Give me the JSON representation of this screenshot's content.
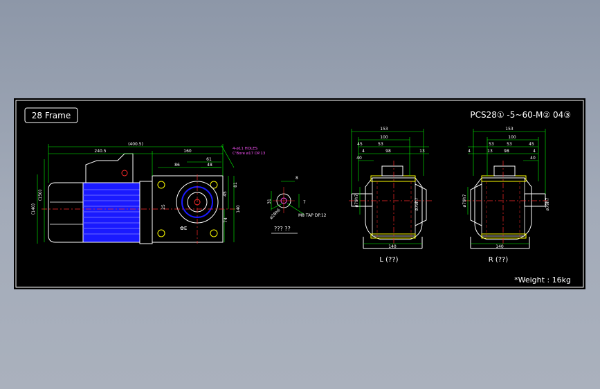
{
  "frame_label": "28 Frame",
  "model_code": "PCS28① -5~60-M② 04③",
  "weight": "*Weight : 16kg",
  "views": {
    "side": {
      "dims": {
        "overall": "(400.5)",
        "motor": "240.5",
        "gear": "160",
        "d86": "86",
        "d61": "61",
        "d48": "48",
        "d25": "25",
        "d150": "(150)",
        "d140a": "(140)",
        "d81": "81",
        "d45": "45",
        "d74": "74",
        "d140": "140",
        "holes_note_1": "4-ø11 HOLES",
        "holes_note_2": "C'Bore ø17 DP.13"
      }
    },
    "shaft": {
      "dims": {
        "d8": "8",
        "d7": "7",
        "d31": "31",
        "shaft_dia": "ø28h6",
        "tap": "M8 TAP DP.12"
      },
      "caption": "??? ??"
    },
    "left_view": {
      "label": "L (??)",
      "dims": {
        "d153": "153",
        "d100": "100",
        "d45": "45",
        "d53": "53",
        "d4": "4",
        "d98": "98",
        "d13": "13",
        "d40": "40",
        "d140": "140",
        "pcd": "ø79h7"
      }
    },
    "right_view": {
      "label": "R (??)",
      "dims": {
        "d153": "153",
        "d100": "100",
        "d53": "53",
        "d45": "45",
        "d4": "4",
        "d13": "13",
        "d98": "98",
        "d40": "40",
        "d140": "140",
        "pcd": "ø79h7"
      }
    }
  },
  "colors": {
    "background": "#000000",
    "lines": "#ffffff",
    "dimension": "#00ff00",
    "centerline": "#ff2a2a",
    "motor_body": "#1a1aff",
    "accent": "#ffff00",
    "note": "#ff00ff"
  }
}
